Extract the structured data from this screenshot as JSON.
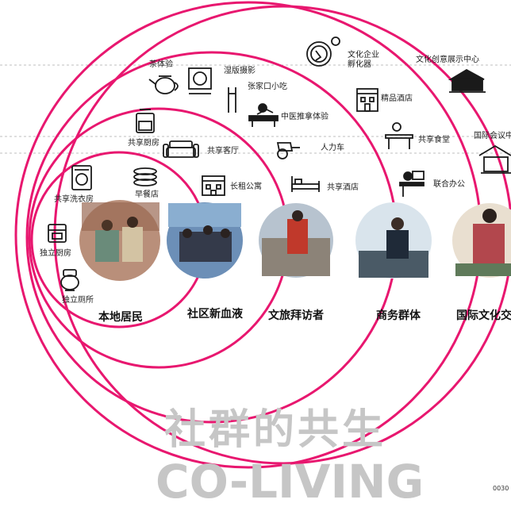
{
  "title": {
    "cn": "社群的共生",
    "en": "CO-LIVING"
  },
  "page_number": "0030",
  "colors": {
    "ring": "#e8176f",
    "title": "#c6c6c6",
    "icon": "#1a1a1a",
    "dash": "#aaaaaa"
  },
  "groups": [
    {
      "id": "local",
      "label": "本地居民"
    },
    {
      "id": "new",
      "label": "社区新血液"
    },
    {
      "id": "visitor",
      "label": "文旅拜访者"
    },
    {
      "id": "business",
      "label": "商务群体"
    },
    {
      "id": "intl",
      "label": "国际文化交"
    }
  ],
  "facilities": [
    {
      "icon": "washing-machine-icon",
      "label": "共享洗衣房"
    },
    {
      "icon": "cake-icon",
      "label": "早餐店"
    },
    {
      "icon": "stove-icon",
      "label": "独立厨房"
    },
    {
      "icon": "toilet-icon",
      "label": "独立厕所"
    },
    {
      "icon": "cooking-pot-icon",
      "label": "共享厨房"
    },
    {
      "icon": "sofa-icon",
      "label": "共享客厅"
    },
    {
      "icon": "apartment-icon",
      "label": "长租公寓"
    },
    {
      "icon": "teapot-icon",
      "label": "茶体验"
    },
    {
      "icon": "camera-icon",
      "label": "湿版摄影"
    },
    {
      "icon": "chopsticks-icon",
      "label": "张家口小吃"
    },
    {
      "icon": "massage-icon",
      "label": "中医推拿体验"
    },
    {
      "icon": "rickshaw-icon",
      "label": "人力车"
    },
    {
      "icon": "bed-icon",
      "label": "共享酒店"
    },
    {
      "icon": "gear-worker-icon",
      "label": "文化企业孵化器"
    },
    {
      "icon": "hostel-icon",
      "label": "精品酒店"
    },
    {
      "icon": "dining-icon",
      "label": "共享食堂"
    },
    {
      "icon": "office-desk-icon",
      "label": "联合办公"
    },
    {
      "icon": "exhibition-hall-icon",
      "label": "文化创意展示中心"
    },
    {
      "icon": "pavilion-icon",
      "label": "国际会议中"
    }
  ]
}
